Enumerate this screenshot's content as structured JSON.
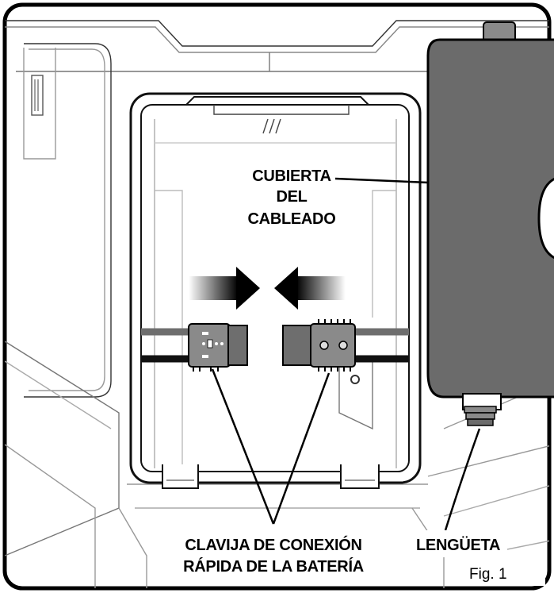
{
  "labels": {
    "cubierta_line1": "CUBIERTA",
    "cubierta_line2": "DEL",
    "cubierta_line3": "CABLEADO",
    "clavija_line1": "CLAVIJA DE CONEXIÓN",
    "clavija_line2": "RÁPIDA DE LA BATERÍA",
    "lengueta": "LENGÜETA"
  },
  "figure": {
    "caption": "Fig. 1"
  },
  "colors": {
    "outline": "#1a1a1a",
    "panel_fill": "#ffffff",
    "cover_fill": "#6b6b6b",
    "connector_fill": "#8a8a8a",
    "cable_black": "#111111",
    "cable_gray": "#6e6e6e"
  }
}
